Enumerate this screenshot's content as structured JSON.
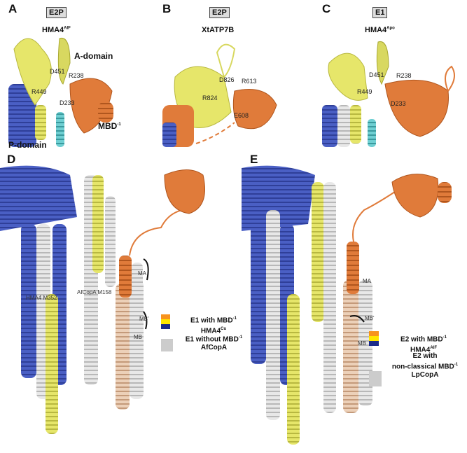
{
  "panels": {
    "A": {
      "letter": "A",
      "state": "E2P",
      "protein": "HMA4",
      "protein_sup": "AlF",
      "domains": {
        "a": "A-domain",
        "p": "P-domain",
        "mbd": "MBD",
        "mbd_sup": "-1"
      },
      "residues": [
        "D451",
        "R238",
        "R449",
        "D233"
      ]
    },
    "B": {
      "letter": "B",
      "state": "E2P",
      "protein": "XtATP7B",
      "residues": [
        "D826",
        "R613",
        "R824",
        "E608"
      ]
    },
    "C": {
      "letter": "C",
      "state": "E1",
      "protein": "HMA4",
      "protein_sup": "Apo",
      "residues": [
        "D451",
        "R238",
        "R449",
        "D233"
      ]
    },
    "D": {
      "letter": "D",
      "labels": {
        "ma": "MA",
        "mbp": "MB'",
        "mb": "MB",
        "m352": "HMA4 M352",
        "m158": "AfCopA M158"
      },
      "legend": {
        "item1": {
          "line1": "E1 with MBD",
          "line1_sup": "-1",
          "line2": "HMA4",
          "line2_sup": "Cu"
        },
        "item2": {
          "line1": "E1 without MBD",
          "line1_sup": "-1",
          "line2": "AfCopA"
        }
      }
    },
    "E": {
      "letter": "E",
      "labels": {
        "ma": "MA",
        "mbp": "MB'",
        "mb": "MB"
      },
      "legend": {
        "item1": {
          "line1": "E2 with MBD",
          "line1_sup": "-1",
          "line2": "HMA4",
          "line2_sup": "AlF"
        },
        "item2": {
          "line1": "E2 with",
          "line2": "non-classical MBD",
          "line2_sup": "-1",
          "line3": "LpCopA"
        }
      }
    }
  },
  "colors": {
    "a_domain": "#e8e870",
    "p_domain": "#4a5fc4",
    "mbd": "#e07b3a",
    "ma_helix": "#d98b55",
    "tm_gray": "#d8d8d8",
    "cyan": "#5bbcc0",
    "mb_tan": "#e6c4a8",
    "legend_orange": "#f7931e",
    "legend_yellow": "#ffe600",
    "legend_navy": "#1b2a8a",
    "legend_gray": "#cccccc"
  }
}
